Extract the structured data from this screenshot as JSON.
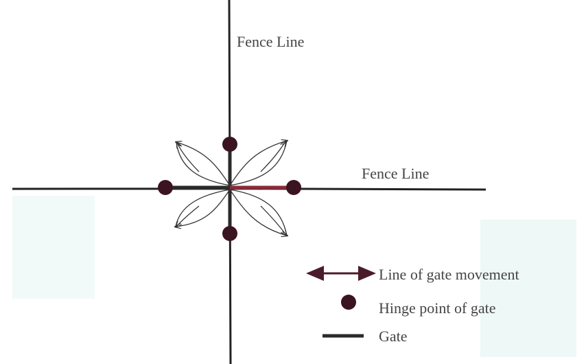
{
  "labels": {
    "fence_line_vertical": "Fence Line",
    "fence_line_horizontal": "Fence Line"
  },
  "legend": {
    "items": [
      {
        "icon": "double-arrow-icon",
        "label": "Line of gate movement"
      },
      {
        "icon": "hinge-dot-icon",
        "label": "Hinge point of gate"
      },
      {
        "icon": "gate-bar-icon",
        "label": "Gate"
      }
    ]
  },
  "colors": {
    "fence": "#222222",
    "gate": "#2a2a2a",
    "gate_accent": "#8a2a3a",
    "hinge": "#3a1420",
    "arrow": "#333333",
    "legend_arrow": "#4a1c2a",
    "background_tint": "#eef8f6"
  }
}
